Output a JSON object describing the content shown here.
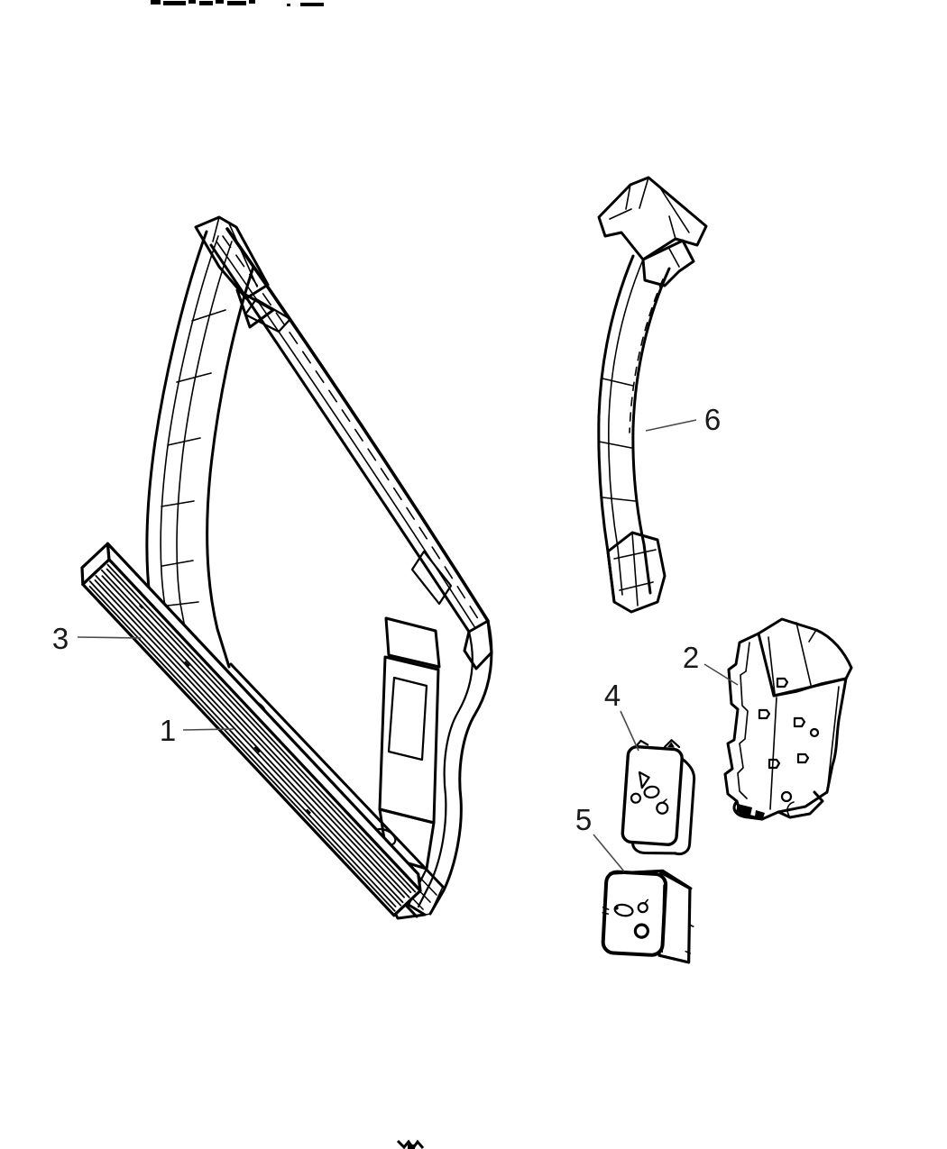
{
  "page": {
    "background": "#ffffff",
    "line_color": "#000000",
    "leader_color": "#4a4a4a",
    "label_color": "#1a1a1a"
  },
  "figure": {
    "kind": "exploded-parts-line-diagram",
    "parts": [
      {
        "callout": "1",
        "part": "body-side-aperture-panel"
      },
      {
        "callout": "2",
        "part": "latch-pillar-bracket"
      },
      {
        "callout": "3",
        "part": "sill-rail-hatched-bar"
      },
      {
        "callout": "4",
        "part": "upper-reinforcement-plate"
      },
      {
        "callout": "5",
        "part": "lower-reinforcement-block"
      },
      {
        "callout": "6",
        "part": "b-pillar-inner-reinforcement"
      }
    ]
  },
  "callouts": [
    {
      "label": "1"
    },
    {
      "label": "2"
    },
    {
      "label": "3"
    },
    {
      "label": "4"
    },
    {
      "label": "5"
    },
    {
      "label": "6"
    }
  ],
  "artifacts": {
    "top_edge": "clipped illegible header text fragments",
    "bottom_edge": "clipped illegible footer mark"
  }
}
